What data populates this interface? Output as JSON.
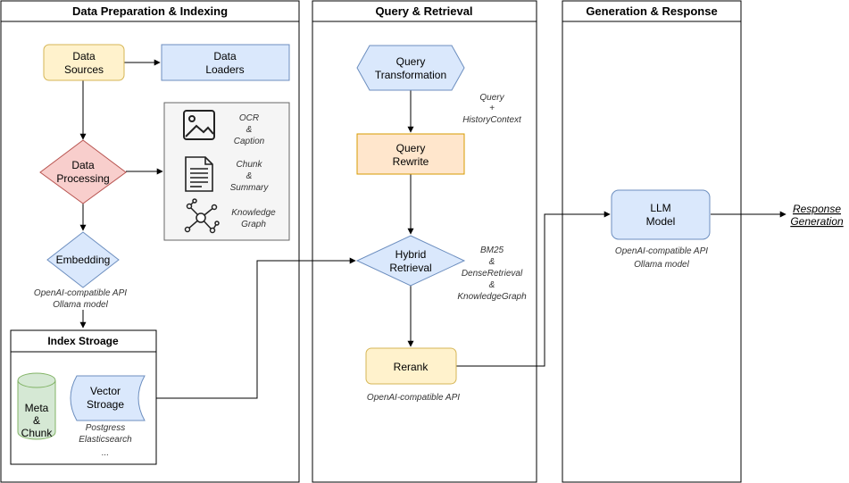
{
  "lanes": {
    "prep": "Data Preparation & Indexing",
    "query": "Query & Retrieval",
    "gen": "Generation & Response"
  },
  "prep": {
    "data_sources": [
      "Data",
      "Sources"
    ],
    "data_loaders": [
      "Data",
      "Loaders"
    ],
    "data_processing": [
      "Data",
      "Processing"
    ],
    "embedding": "Embedding",
    "embedding_note": [
      "OpenAI-compatible API",
      "Ollama model"
    ],
    "processing_outputs": {
      "ocr": [
        "OCR",
        "&",
        "Caption"
      ],
      "chunk": [
        "Chunk",
        "&",
        "Summary"
      ],
      "kg": [
        "Knowledge",
        "Graph"
      ]
    },
    "index_storage": {
      "title": "Index Stroage",
      "meta": [
        "Meta",
        "&",
        "Chunk"
      ],
      "vector": [
        "Vector",
        "Stroage"
      ],
      "vector_note": [
        "Postgress",
        "Elasticsearch",
        "..."
      ]
    }
  },
  "query": {
    "transformation": [
      "Query",
      "Transformation"
    ],
    "transformation_note": [
      "Query",
      "+",
      "HistoryContext"
    ],
    "rewrite": [
      "Query",
      "Rewrite"
    ],
    "hybrid": [
      "Hybrid",
      "Retrieval"
    ],
    "hybrid_note": [
      "BM25",
      "&",
      "DenseRetrieval",
      "&",
      "KnowledgeGraph"
    ],
    "rerank": "Rerank",
    "rerank_note": "OpenAI-compatible API"
  },
  "gen": {
    "llm": [
      "LLM",
      "Model"
    ],
    "llm_note": [
      "OpenAI-compatible API",
      "Ollama model"
    ],
    "response": [
      "Response",
      "Generation"
    ]
  },
  "colors": {
    "yellow_fill": "#fff2cc",
    "yellow_stroke": "#d6b656",
    "blue_fill": "#dae8fc",
    "blue_stroke": "#6c8ebf",
    "red_fill": "#f8cecc",
    "red_stroke": "#b85450",
    "orange_fill": "#ffe6cc",
    "orange_stroke": "#d79b00",
    "green_fill": "#d5e8d4",
    "green_stroke": "#82b366",
    "gray_fill": "#f5f5f5",
    "gray_stroke": "#666666"
  },
  "icons": [
    "image-icon",
    "document-icon",
    "network-graph-icon"
  ]
}
